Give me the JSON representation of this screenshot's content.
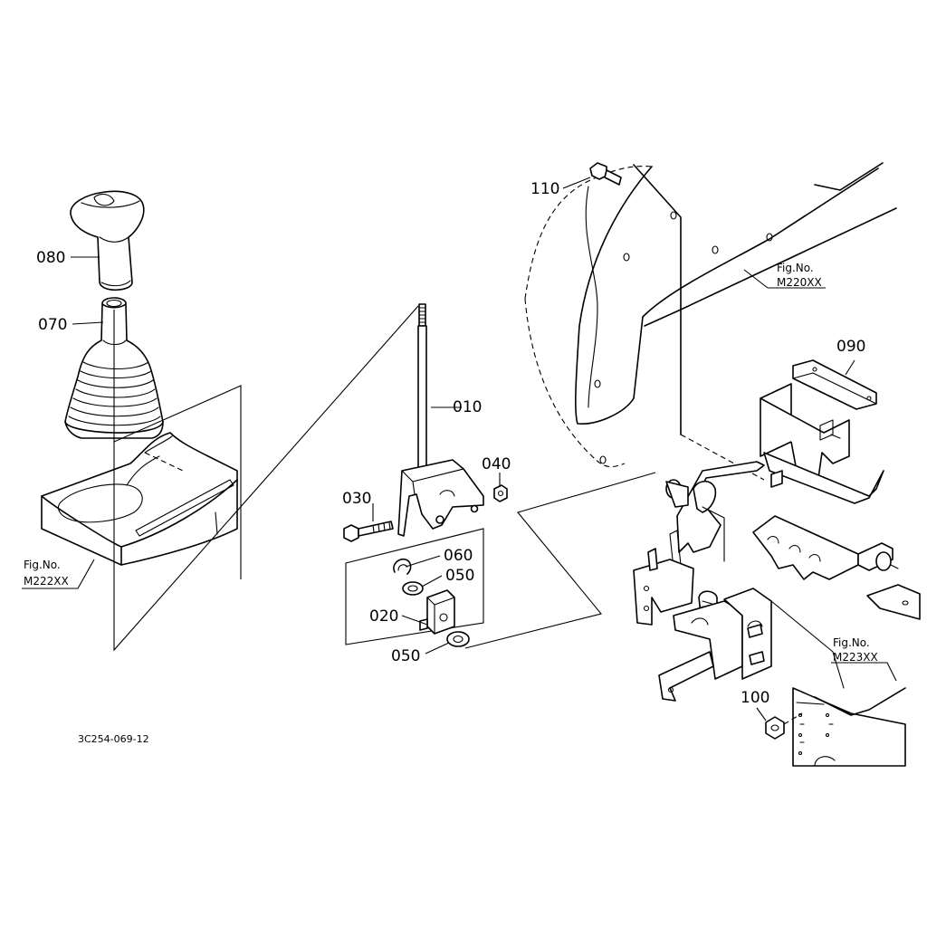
{
  "diagram": {
    "document_code": "3C254-069-12",
    "parts": [
      {
        "id": "010",
        "label": "010"
      },
      {
        "id": "020",
        "label": "020"
      },
      {
        "id": "030",
        "label": "030"
      },
      {
        "id": "040",
        "label": "040"
      },
      {
        "id": "050a",
        "label": "050"
      },
      {
        "id": "050b",
        "label": "050"
      },
      {
        "id": "060",
        "label": "060"
      },
      {
        "id": "070",
        "label": "070"
      },
      {
        "id": "080",
        "label": "080"
      },
      {
        "id": "090",
        "label": "090"
      },
      {
        "id": "100",
        "label": "100"
      },
      {
        "id": "110",
        "label": "110"
      }
    ],
    "figure_refs": [
      {
        "prefix": "Fig.No.",
        "number": "M222XX"
      },
      {
        "prefix": "Fig.No.",
        "number": "M220XX"
      },
      {
        "prefix": "Fig.No.",
        "number": "M223XX"
      }
    ]
  }
}
